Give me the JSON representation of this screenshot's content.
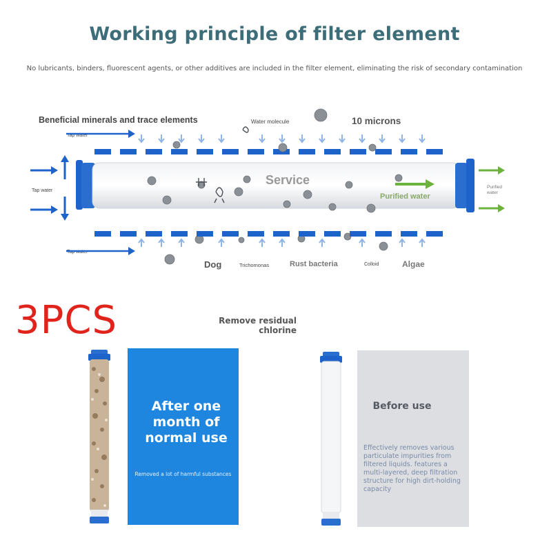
{
  "header": {
    "title": "Working principle of filter element",
    "subtitle": "No lubricants, binders, fluorescent agents, or other additives are included in the filter element, eliminating the risk of secondary contamination"
  },
  "diagram": {
    "label_minerals": "Beneficial minerals and trace elements",
    "label_water_molecule": "Water molecule",
    "label_microns": "10 microns",
    "label_tap_water_top": "Tap water",
    "label_tap_water_left": "Tap water",
    "label_tap_water_bottom": "Tap water",
    "label_service": "Service",
    "label_purified_inner": "Purified water",
    "label_purified_right": "Purified water",
    "label_dog": "Dog",
    "label_trichomonas": "Trichomonas",
    "label_rust": "Rust bacteria",
    "label_colloid": "Colloid",
    "label_algae": "Algae",
    "colors": {
      "blue": "#1d63c9",
      "green": "#6bb33c",
      "title": "#3d6d78"
    }
  },
  "promo": {
    "quantity": "3PCS",
    "quantity_color": "#e0241b"
  },
  "residual": {
    "line1": "Remove residual",
    "line2": "chlorine"
  },
  "after": {
    "heading_line1": "After one",
    "heading_line2": "month of",
    "heading_line3": "normal use",
    "caption": "Removed a lot of harmful substances",
    "panel_color": "#1f86e0"
  },
  "before": {
    "heading": "Before use",
    "description": "Effectively removes various particulate impurities from filtered liquids. features a multi-layered, deep filtration structure for high dirt-holding capacity",
    "panel_color": "#dcdee2"
  }
}
